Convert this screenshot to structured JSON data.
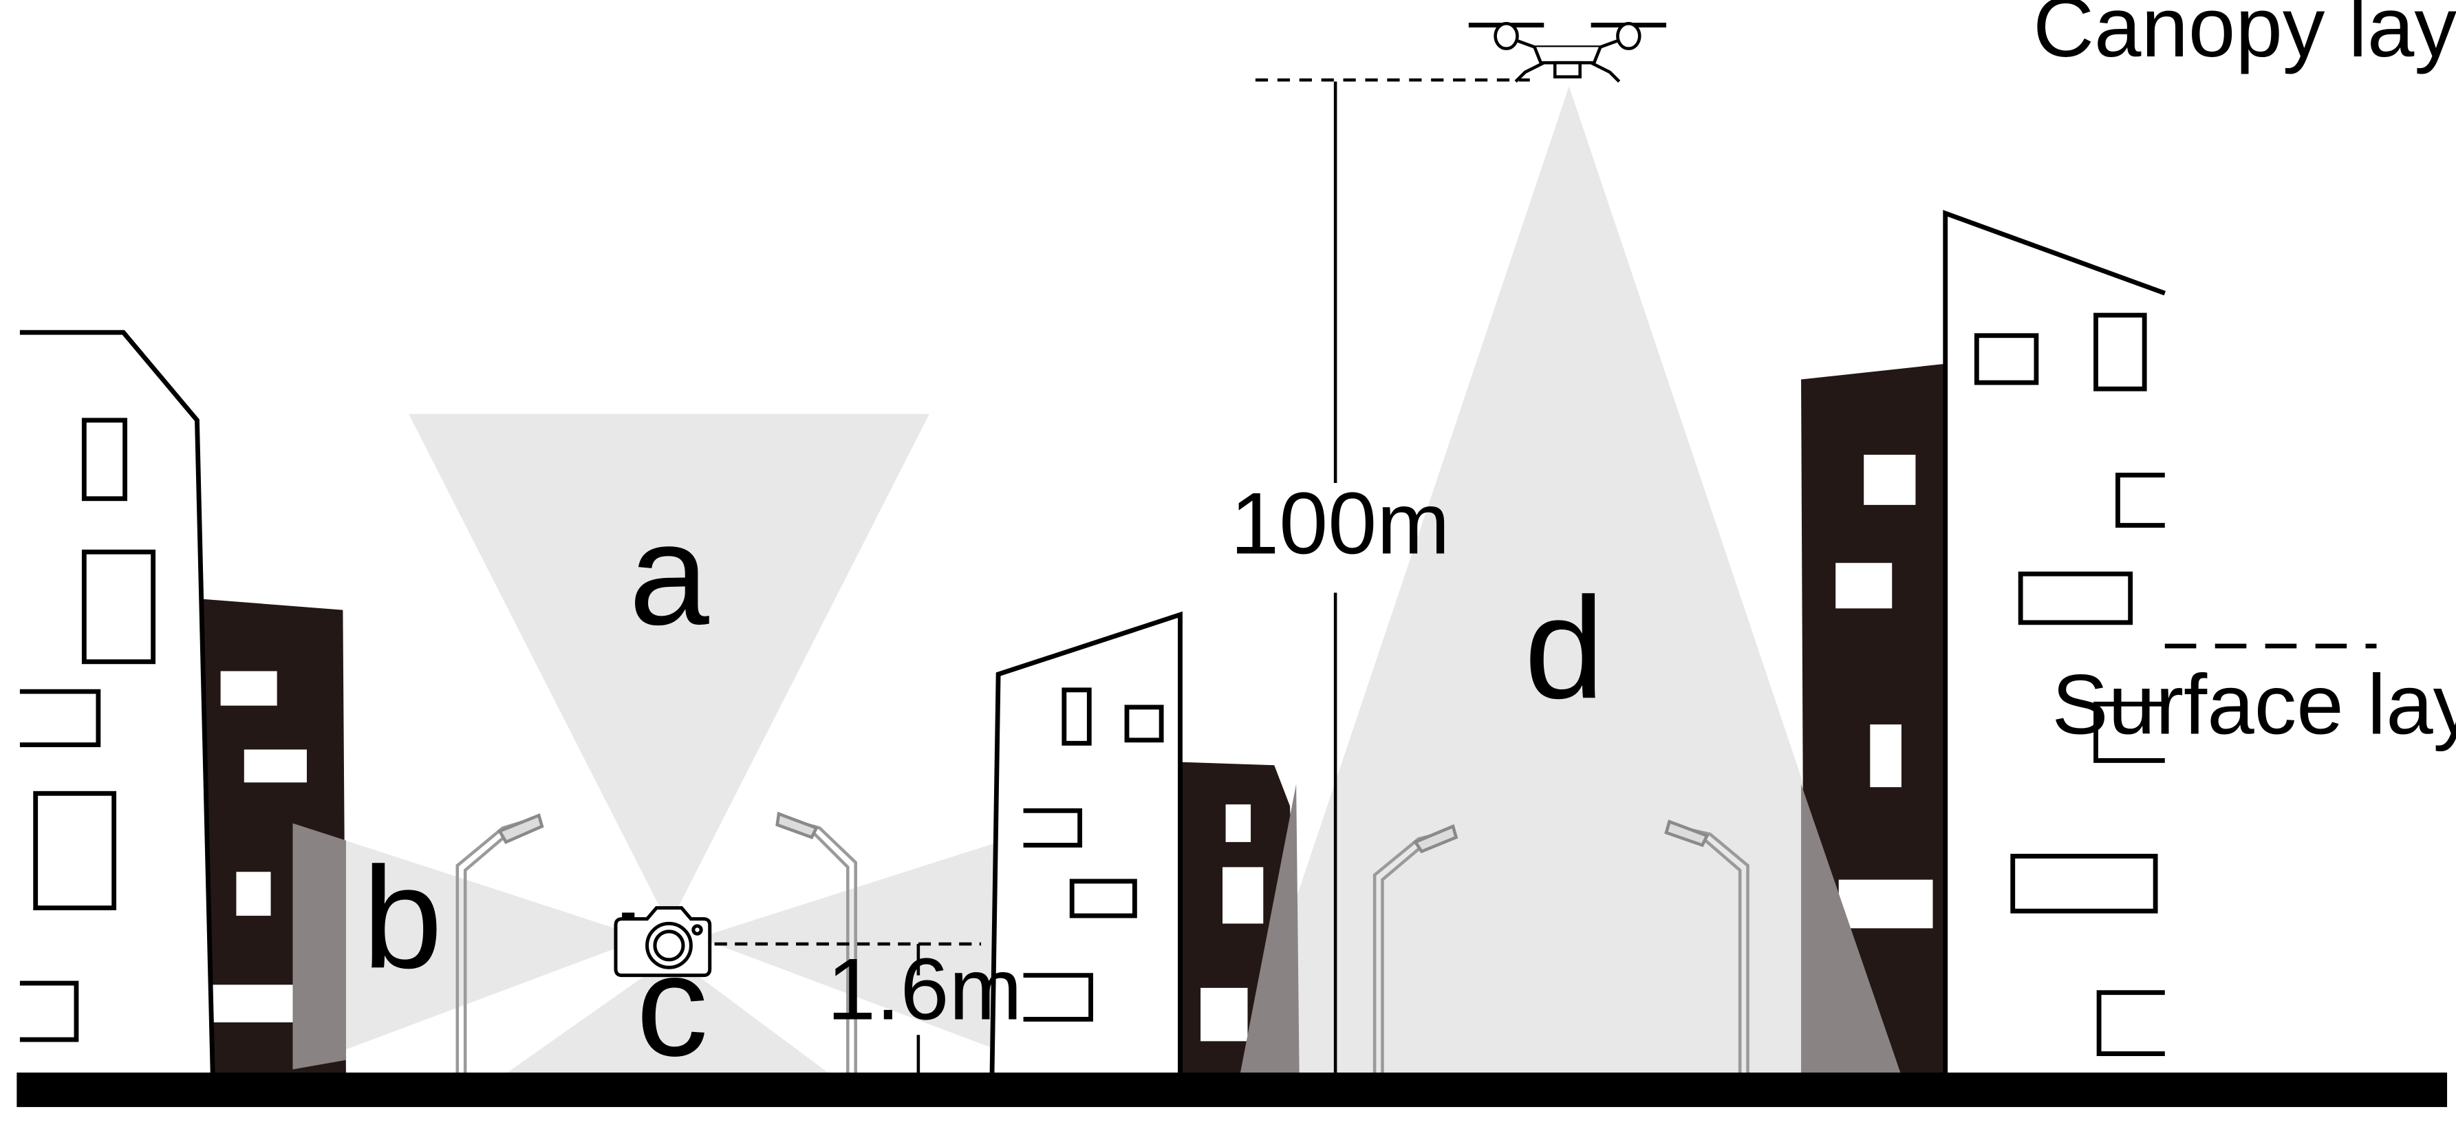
{
  "labels": {
    "region_a": "a",
    "region_b": "b",
    "region_c": "c",
    "region_d": "d",
    "drone_height": "100m",
    "camera_height": "1.6m",
    "canopy_layer": "Canopy layer",
    "surface_layer": "Surface layer"
  },
  "icons": {
    "drone": "drone-icon",
    "camera": "camera-icon",
    "street_lamp": "street-lamp-icon"
  },
  "colors": {
    "ink": "#000000",
    "dark_building": "#231815",
    "view_cone": "#e8e8e8",
    "shadow": "#8a8383",
    "building_fill": "#ffffff"
  }
}
